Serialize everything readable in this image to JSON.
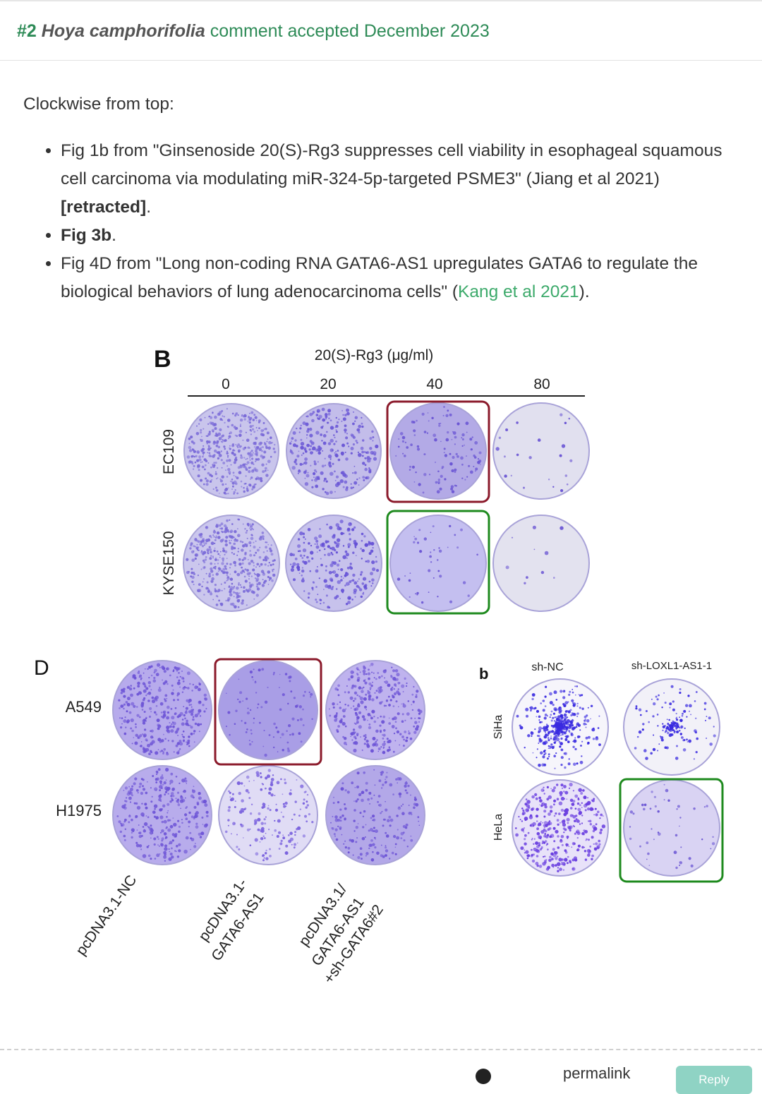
{
  "header": {
    "number": "#2",
    "author": "Hoya camphorifolia",
    "status": "comment accepted December 2023"
  },
  "comment": {
    "intro": "Clockwise from top:",
    "items": [
      {
        "part1": "Fig 1b from \"Ginsenoside 20(S)-Rg3 suppresses cell viability in esophageal squamous cell carcinoma via modulating miR-324-5p-targeted PSME3\" (Jiang et al 2021) ",
        "bold": "[retracted]",
        "end": "."
      },
      {
        "bold": "Fig 3b",
        "end": "."
      },
      {
        "part1": "Fig 4D from \"Long non-coding RNA GATA6-AS1 upregulates GATA6 to regulate the biological behaviors of lung adenocarcinoma cells\" (",
        "link": "Kang et al 2021",
        "end": ")."
      }
    ]
  },
  "figure": {
    "panel_b": {
      "letter": "B",
      "treatment": "20(S)-Rg3 (μg/ml)",
      "doses": [
        "0",
        "20",
        "40",
        "80"
      ],
      "rows": [
        "EC109",
        "KYSE150"
      ]
    },
    "panel_d": {
      "letter": "D",
      "rows": [
        "A549",
        "H1975"
      ],
      "columns": [
        [
          "pcDNA3.1-NC"
        ],
        [
          "pcDNA3.1-",
          "GATA6-AS1"
        ],
        [
          "pcDNA3.1/",
          "GATA6-AS1",
          "+sh-GATA6#2"
        ]
      ]
    },
    "panel_small_b": {
      "letter": "b",
      "columns": [
        "sh-NC",
        "sh-LOXL1-AS1-1"
      ],
      "rows": [
        "SiHa",
        "HeLa"
      ]
    },
    "colors": {
      "highlight_red": "#8b1a2b",
      "highlight_green": "#1e8a1e",
      "stain": "#6b5cd6"
    }
  },
  "footer": {
    "permalink": "permalink",
    "reply": "Reply"
  }
}
